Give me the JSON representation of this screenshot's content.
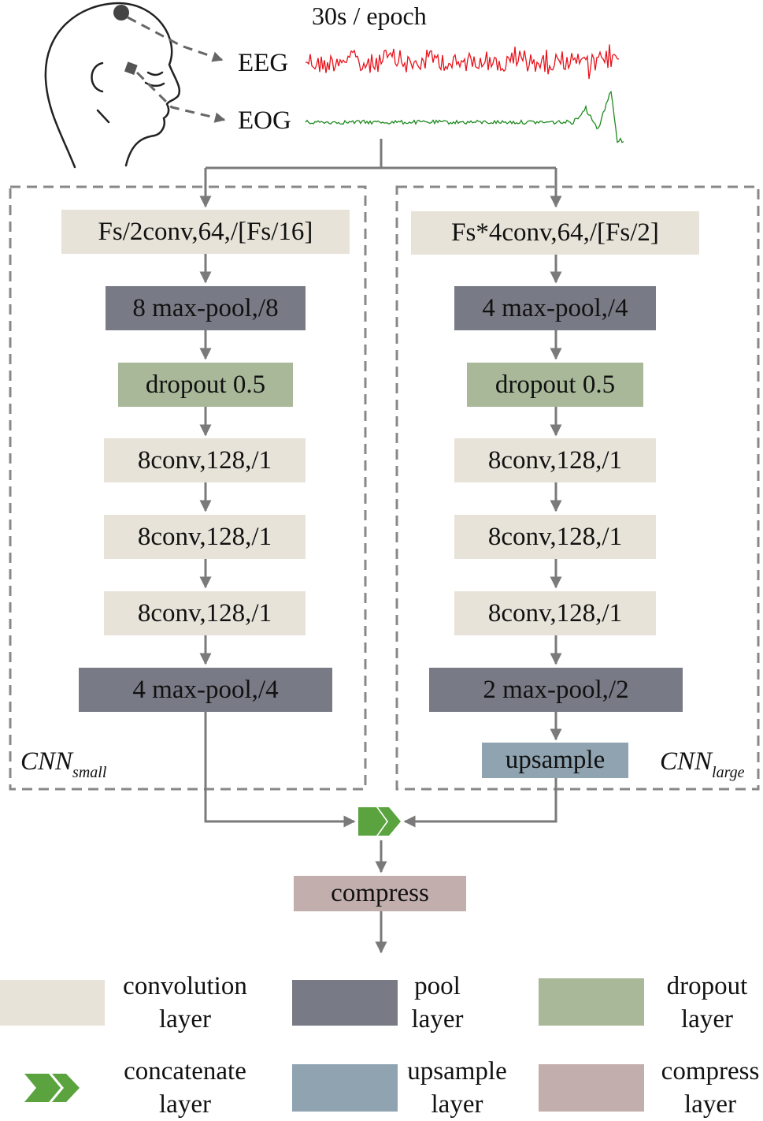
{
  "epoch_label": "30s / epoch",
  "signals": {
    "eeg": "EEG",
    "eog": "EOG"
  },
  "cnn_small": {
    "name": "CNN",
    "subscript": "small",
    "layers": [
      "Fs/2conv,64,/[Fs/16]",
      "8 max-pool,/8",
      "dropout 0.5",
      "8conv,128,/1",
      "8conv,128,/1",
      "8conv,128,/1",
      "4 max-pool,/4"
    ]
  },
  "cnn_large": {
    "name": "CNN",
    "subscript": "large",
    "layers": [
      "Fs*4conv,64,/[Fs/2]",
      "4 max-pool,/4",
      "dropout 0.5",
      "8conv,128,/1",
      "8conv,128,/1",
      "8conv,128,/1",
      "2 max-pool,/2",
      "upsample"
    ]
  },
  "compress_label": "compress",
  "legend": [
    {
      "line1": "convolution",
      "line2": "layer",
      "swatch": "conv"
    },
    {
      "line1": "pool",
      "line2": "layer",
      "swatch": "pool"
    },
    {
      "line1": "dropout",
      "line2": "layer",
      "swatch": "dropout"
    },
    {
      "line1": "concatenate",
      "line2": "layer",
      "swatch": "concatenate"
    },
    {
      "line1": "upsample",
      "line2": "layer",
      "swatch": "upsample"
    },
    {
      "line1": "compress",
      "line2": "layer",
      "swatch": "compress"
    }
  ],
  "colors": {
    "conv": "#e8e3d9",
    "pool": "#787a85",
    "dropout": "#a9b899",
    "upsample": "#8fa3b1",
    "compress": "#c2aead",
    "concatenate": "#5aa33f",
    "eeg_trace": "#e8121b",
    "eog_trace": "#1f8a1f",
    "arrow": "#7a7a7a"
  }
}
